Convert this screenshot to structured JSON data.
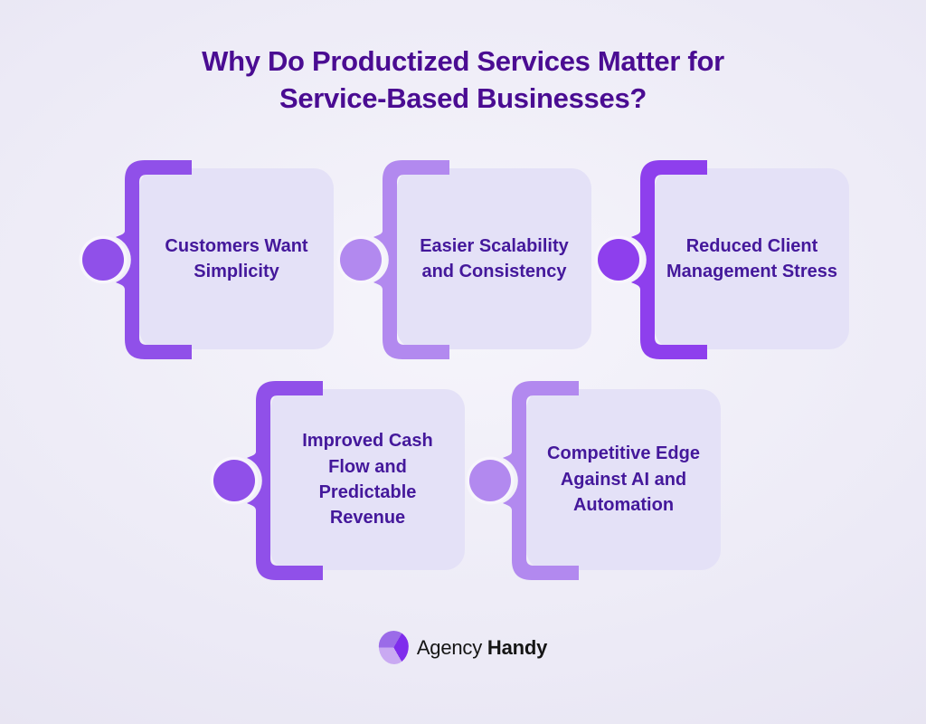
{
  "title": {
    "line1": "Why Do Productized Services Matter for",
    "line2": "Service-Based Businesses?"
  },
  "cards": [
    {
      "label": "Customers Want Simplicity",
      "accent_color": "#9050E9"
    },
    {
      "label": "Easier Scalability and Consistency",
      "accent_color": "#B289EF"
    },
    {
      "label": "Reduced Client Management Stress",
      "accent_color": "#8E3FED"
    },
    {
      "label": "Improved Cash Flow and Predictable Revenue",
      "accent_color": "#9050E9"
    },
    {
      "label": "Competitive Edge Against AI and Automation",
      "accent_color": "#B289EF"
    }
  ],
  "footer": {
    "logo_icon": "agency-handy-triskelion-logo",
    "brand_name_regular": "Agency",
    "brand_name_bold": "Handy"
  },
  "colors": {
    "page_bg": "#ECEAF6",
    "title": "#4A0C92",
    "card_bg": "#E4E1F7",
    "card_text": "#44189B",
    "gap_ring": "#F7F5FC",
    "logo_vivid": "#7F2CEC",
    "logo_medium": "#9B6BE8",
    "logo_light": "#C9A9F2",
    "brand_text": "#151515"
  }
}
